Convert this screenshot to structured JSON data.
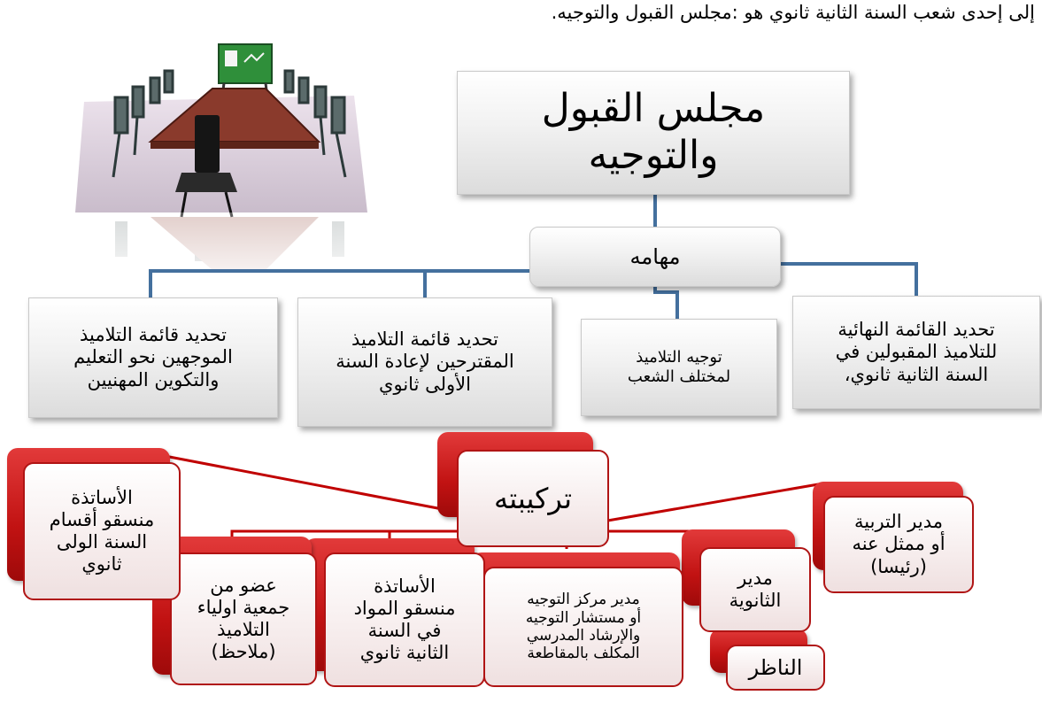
{
  "intro_text": "إلى إحدى شعب السنة الثانية ثانوي هو :مجلس القبول والتوجيه.",
  "council": {
    "title_line1": "مجلس القبول",
    "title_line2": "والتوجيه",
    "tasks_label": "مهامه",
    "tasks": [
      {
        "line1": "تحديد القائمة النهائية",
        "line2": "للتلاميذ المقبولين في",
        "line3": "السنة الثانية ثانوي،"
      },
      {
        "line1": "توجيه التلاميذ",
        "line2": "لمختلف الشعب",
        "line3": ""
      },
      {
        "line1": "تحديد قائمة التلاميذ",
        "line2": "المقترحين لإعادة السنة",
        "line3": "الأولى ثانوي"
      },
      {
        "line1": "تحديد قائمة التلاميذ",
        "line2": "الموجهين نحو التعليم",
        "line3": "والتكوين المهنيين"
      }
    ]
  },
  "composition": {
    "label": "تركيبته",
    "members": [
      {
        "line1": "مدير التربية",
        "line2": "أو ممثل عنه",
        "line3": "(رئيسا)"
      },
      {
        "line1": "مدير",
        "line2": "الثانوية",
        "line3": ""
      },
      {
        "line1": "الناظر",
        "line2": "",
        "line3": ""
      },
      {
        "line1": "مدير مركز التوجيه",
        "line2": "أو مستشار التوجيه",
        "line3": "والإرشاد المدرسي",
        "line4": "المكلف بالمقاطعة"
      },
      {
        "line1": "الأساتذة",
        "line2": "منسقو المواد",
        "line3": "في السنة",
        "line4": "الثانية ثانوي"
      },
      {
        "line1": "عضو من",
        "line2": "جمعية اولياء",
        "line3": "التلاميذ",
        "line4": "(ملاحظ)"
      },
      {
        "line1": "الأساتذة",
        "line2": "منسقو أقسام",
        "line3": "السنة الولى",
        "line4": "ثانوي"
      }
    ]
  },
  "colors": {
    "connector_blue": "#44709e",
    "accent_red": "#c00000"
  },
  "illustration": {
    "name": "meeting-room-clipart"
  }
}
